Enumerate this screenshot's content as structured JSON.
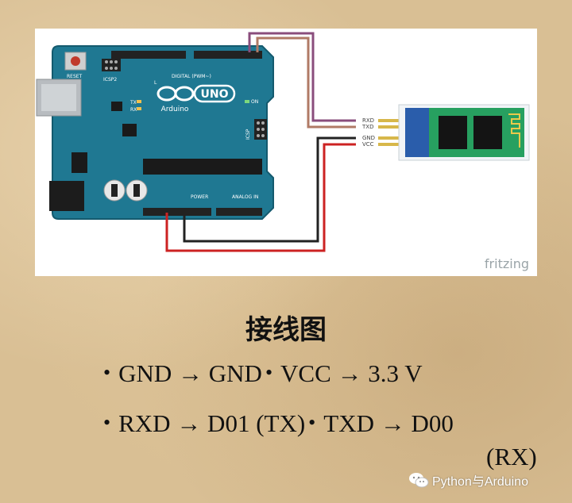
{
  "diagram": {
    "board_model": "UNO",
    "board_brand": "Arduino",
    "board_header_labels": {
      "reset": "RESET",
      "icsp_left": "ICSP2",
      "icsp_right": "ICSP",
      "digital": "DIGITAL (PWM~)",
      "power": "POWER",
      "analog": "ANALOG IN",
      "tx": "TX",
      "rx": "RX",
      "on": "ON",
      "l": "L"
    },
    "module_pins": [
      "RXD",
      "TXD",
      "GND",
      "VCC"
    ],
    "watermark_tool": "fritzing",
    "wire_colors": {
      "rxd": "#8a4d7c",
      "txd": "#b07a66",
      "gnd": "#222222",
      "vcc": "#cc2222"
    }
  },
  "caption": "接线图",
  "bullets": {
    "line1_a": "GND → GND",
    "line1_b": "VCC → 3.3 V",
    "line2_a": "RXD → D01 (TX)",
    "line2_b": "TXD → D00",
    "line3": "(RX)",
    "mark": "•"
  },
  "watermark": "Python与Arduino"
}
